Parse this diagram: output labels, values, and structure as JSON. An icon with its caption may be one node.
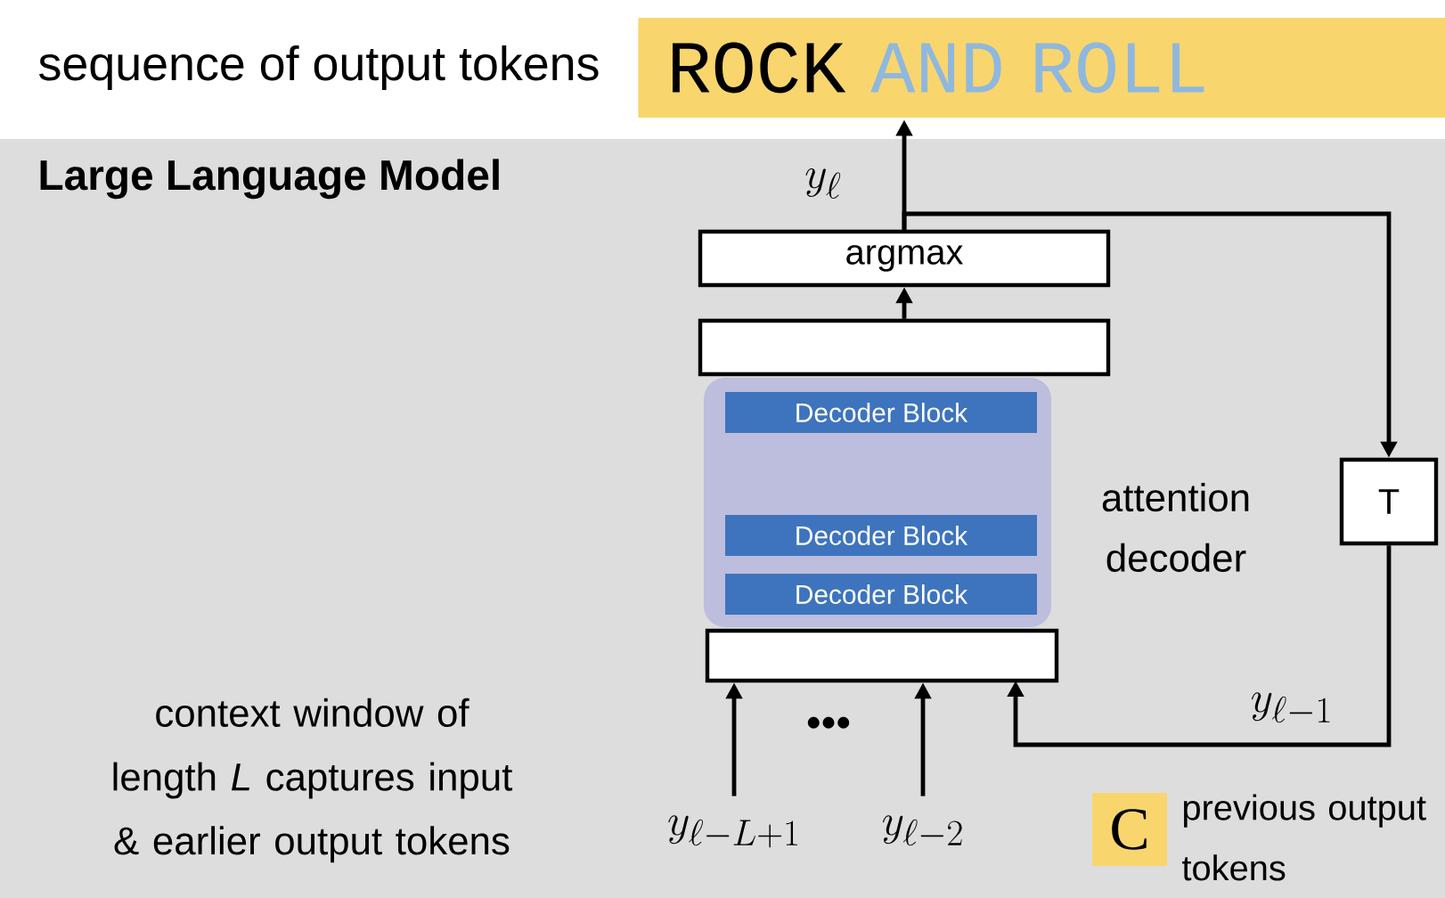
{
  "diagram": {
    "nodes": [
      {
        "text": [
          "ROCK",
          "AND ROLL"
        ],
        "beside": [
          "sequence of output tokens"
        ]
      },
      {
        "text": [
          "Large Language Model"
        ]
      },
      {
        "text": [
          "argmax"
        ],
        "in": 1
      },
      {
        "text": [],
        "shape": "box",
        "in": 1
      },
      {
        "text": [],
        "shape": "box",
        "in": 1,
        "beside": [
          "attention decoder"
        ]
      },
      {
        "text": [
          "Decoder Block"
        ],
        "in": 4
      },
      {
        "text": [
          "Decoder Block"
        ],
        "in": 4
      },
      {
        "text": [
          "Decoder Block"
        ],
        "in": 4
      },
      {
        "text": [],
        "shape": "box",
        "in": 1
      },
      {
        "text": [
          "T"
        ],
        "in": 1
      },
      {
        "text": [
          "y_{\\ell-L+1}"
        ],
        "in": 1
      },
      {
        "text": [
          "y_{\\ell-2}"
        ],
        "in": 1
      },
      {
        "text": [
          "C"
        ],
        "in": 1,
        "beside": [
          "previous output tokens"
        ]
      }
    ],
    "edges": [
      {
        "from": 2,
        "to": 0,
        "arrow": "to",
        "label": "y_\\ell"
      },
      {
        "from": 3,
        "to": 2,
        "arrow": "to"
      },
      {
        "from": 2,
        "to": 9,
        "arrow": "to"
      },
      {
        "from": 9,
        "to": 8,
        "arrow": "to",
        "label": "y_{\\ell-1}"
      },
      {
        "from": 10,
        "to": 8,
        "arrow": "to"
      },
      {
        "from": 11,
        "to": 8,
        "arrow": "to"
      }
    ],
    "labels": [
      "•••",
      "context window of length *L* captures input & earlier output tokens"
    ]
  }
}
